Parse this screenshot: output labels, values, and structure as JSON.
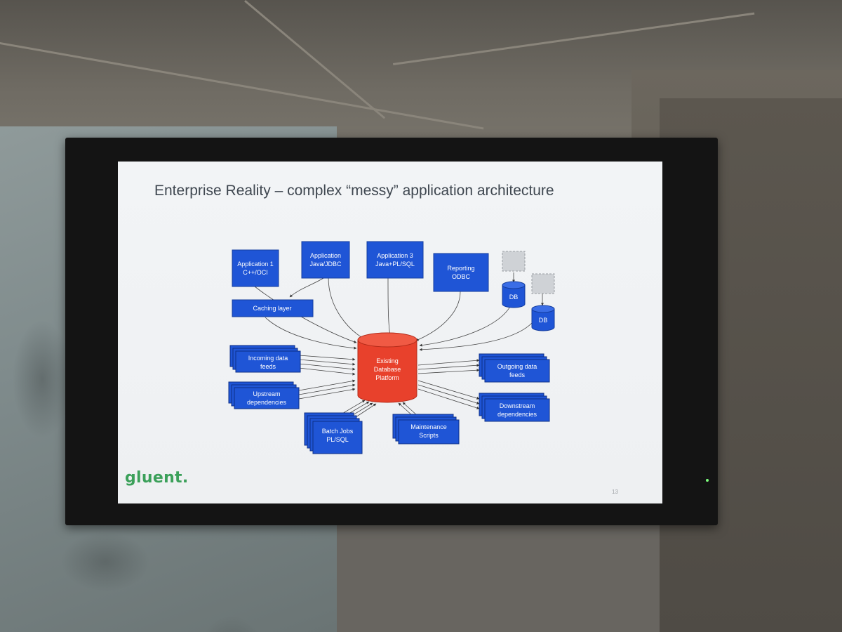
{
  "slide": {
    "title": "Enterprise Reality – complex “messy” application architecture",
    "logo": "gluent.",
    "page_number": "13"
  },
  "diagram": {
    "center": {
      "lines": [
        "Existing",
        "Database",
        "Platform"
      ],
      "color": "#e8412c"
    },
    "box_color": "#1f55d6",
    "nodes": {
      "app1": {
        "lines": [
          "Application 1",
          "C++/OCI"
        ]
      },
      "app_java": {
        "lines": [
          "Application",
          "Java/JDBC"
        ]
      },
      "app3": {
        "lines": [
          "Application 3",
          "Java+PL/SQL"
        ]
      },
      "reporting": {
        "lines": [
          "Reporting",
          "ODBC"
        ]
      },
      "caching": {
        "lines": [
          "Caching layer"
        ]
      },
      "db1": {
        "lines": [
          "DB"
        ]
      },
      "db2": {
        "lines": [
          "DB"
        ]
      },
      "incoming": {
        "lines": [
          "Incoming data",
          "feeds"
        ]
      },
      "upstream": {
        "lines": [
          "Upstream",
          "dependencies"
        ]
      },
      "batch": {
        "lines": [
          "Batch Jobs",
          "PL/SQL"
        ]
      },
      "maintenance": {
        "lines": [
          "Maintenance",
          "Scripts"
        ]
      },
      "outgoing": {
        "lines": [
          "Outgoing data",
          "feeds"
        ]
      },
      "downstream": {
        "lines": [
          "Downstream",
          "dependencies"
        ]
      }
    }
  }
}
